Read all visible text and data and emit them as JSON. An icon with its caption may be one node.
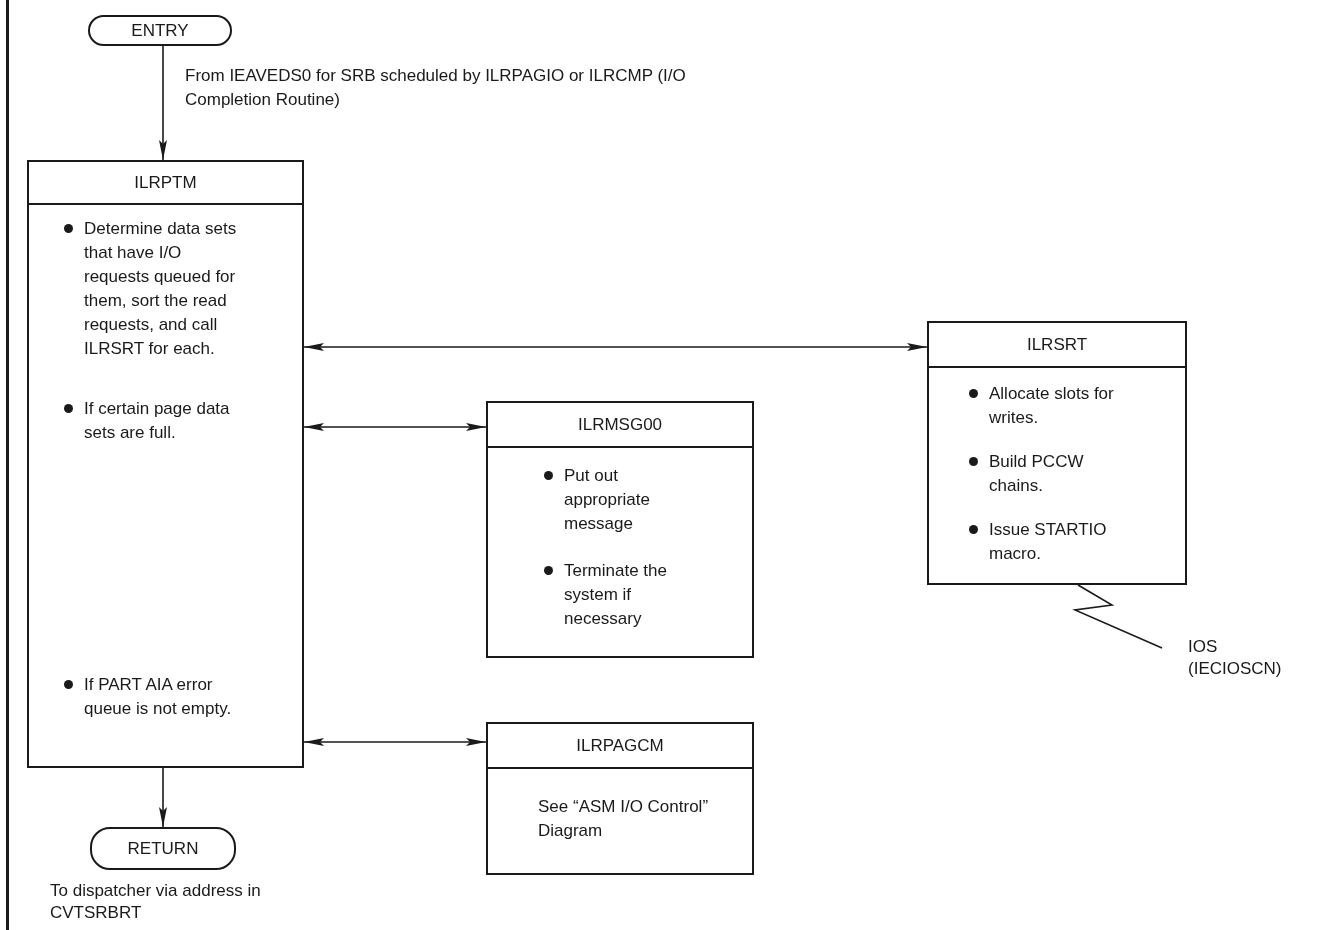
{
  "diagram": {
    "nodes": [
      {
        "text": [
          "ENTRY"
        ]
      },
      {
        "text": [
          "ILRPTM",
          "Determine data sets that have I/O requests queued for them, sort the read requests, and call ILRSRT for each.",
          "If certain page data sets are full.",
          "If PART AIA error queue is not empty."
        ]
      },
      {
        "text": [
          "ILRSRT",
          "Allocate slots for writes.",
          "Build PCCW chains.",
          "Issue STARTIO macro."
        ]
      },
      {
        "text": [
          "ILRMSG00",
          "Put out appropriate message",
          "Terminate the system if necessary"
        ]
      },
      {
        "text": [
          "ILRPAGCM",
          "See “ASM I/O Control” Diagram"
        ]
      },
      {
        "text": [
          "RETURN"
        ],
        "beside": [
          "To dispatcher via address in CVTSRBRT"
        ]
      },
      {
        "text": [
          "IOS (IECIOSCN)"
        ]
      }
    ],
    "edges": [
      {
        "from": 0,
        "to": 1,
        "arrow": "to",
        "label": "From IEAVEDS0 for SRB scheduled by ILRPAGIO or ILRCMP (I/O Completion Routine)"
      },
      {
        "from": 1,
        "to": 2,
        "arrow": "both"
      },
      {
        "from": 1,
        "to": 3,
        "arrow": "both"
      },
      {
        "from": 1,
        "to": 4,
        "arrow": "both"
      },
      {
        "from": 1,
        "to": 5,
        "arrow": "to"
      },
      {
        "from": 2,
        "to": 6,
        "arrow": "none"
      }
    ]
  }
}
